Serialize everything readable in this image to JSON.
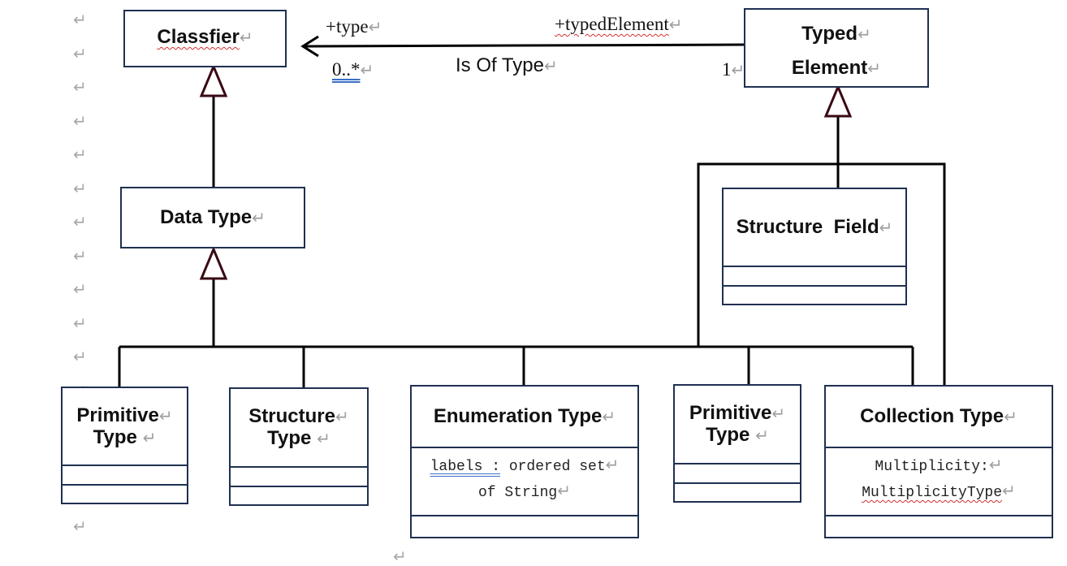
{
  "paragraph_mark": "↵",
  "colors": {
    "box_border": "#1f3050",
    "line": "#000000",
    "triangle": "#3a0a14",
    "spell_underline": "#d32f2f",
    "grammar_underline": "#3a6fc4"
  },
  "classes": {
    "classifier": {
      "name": "Classfier"
    },
    "typed_element": {
      "name_line1": "Typed",
      "name_line2": "Element"
    },
    "data_type": {
      "name": "Data Type"
    },
    "structure_field": {
      "name": "Structure  Field"
    },
    "primitive_type_1": {
      "name_line1": "Primitive",
      "name_line2": "Type"
    },
    "structure_type": {
      "name_line1": "Structure",
      "name_line2": "Type"
    },
    "enumeration_type": {
      "name": "Enumeration Type",
      "attr_line1_a": "labels :",
      "attr_line1_b": " ordered set",
      "attr_line2": "of String"
    },
    "primitive_type_2": {
      "name_line1": "Primitive",
      "name_line2": "Type"
    },
    "collection_type": {
      "name": "Collection Type",
      "attr_line1": "Multiplicity:",
      "attr_line2": "MultiplicityType"
    }
  },
  "association": {
    "role_classifier": "+type",
    "role_typed_element": "+typedElement",
    "multiplicity_classifier": "0..*",
    "multiplicity_typed_element": "1",
    "name": "Is Of Type"
  }
}
